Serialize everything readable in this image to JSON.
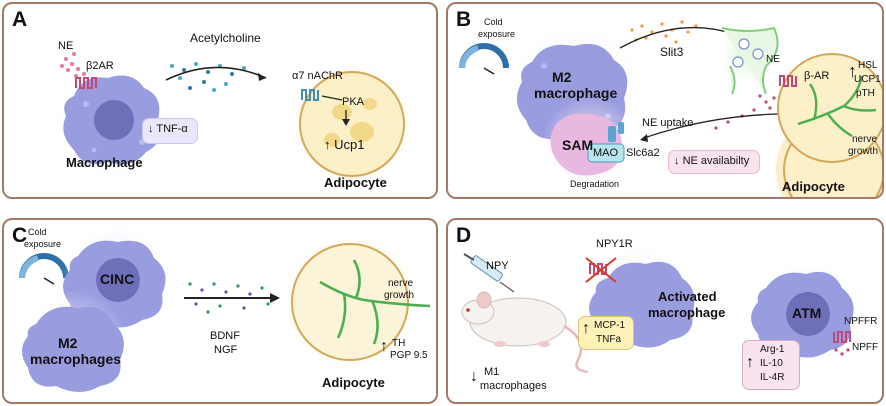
{
  "panels": {
    "a": {
      "label": "A",
      "ne": "NE",
      "b2ar": "β2AR",
      "acetylcholine": "Acetylcholine",
      "a7nachr": "α7 nAChR",
      "pka": "PKA",
      "ucp1": "Ucp1",
      "tnf": "TNF-α",
      "macrophage": "Macrophage",
      "adipocyte": "Adipocyte"
    },
    "b": {
      "label": "B",
      "cold_line1": "Cold",
      "cold_line2": "exposure",
      "m2_line1": "M2",
      "m2_line2": "macrophage",
      "slit3": "Slit3",
      "ne": "NE",
      "bar": "β-AR",
      "hsl": "HSL",
      "ucp1": "UCP1",
      "pth": "pTH",
      "nerve_line1": "nerve",
      "nerve_line2": "growth",
      "ne_uptake": "NE uptake",
      "sam": "SAM",
      "mao": "MAO",
      "slc6a2": "Slc6a2",
      "degradation": "Degradation",
      "ne_availability": "NE availabilty",
      "adipocyte": "Adipocyte"
    },
    "c": {
      "label": "C",
      "cold_line1": "Cold",
      "cold_line2": "exposure",
      "cinc": "CINC",
      "m2_line1": "M2",
      "m2_line2": "macrophages",
      "bdnf": "BDNF",
      "ngf": "NGF",
      "nerve_line1": "nerve",
      "nerve_line2": "growth",
      "th": "TH",
      "pgp": "PGP 9.5",
      "adipocyte": "Adipocyte"
    },
    "d": {
      "label": "D",
      "npy": "NPY",
      "npy1r": "NPY1R",
      "activated_line1": "Activated",
      "activated_line2": "macrophage",
      "mcp1": "MCP-1",
      "tnfa": "TNFa",
      "m1_line1": "M1",
      "m1_line2": "macrophages",
      "atm": "ATM",
      "npffr": "NPFFR",
      "npff": "NPFF",
      "arg1": "Arg-1",
      "il10": "IL-10",
      "il4r": "IL-4R"
    }
  },
  "colors": {
    "border": "#a57868",
    "macrophage": "#9a9ce0",
    "nucleus": "#6e6fb8",
    "fat": "#f6e6a8",
    "nerve": "#4caf50",
    "lavender_box": "#ebe6fa",
    "pink_box": "#f8e3ef",
    "yellow_box": "#fff2b8"
  },
  "icons": [
    "thermometer-gauge-icon",
    "receptor-icon",
    "syringe-icon",
    "mouse-icon"
  ]
}
